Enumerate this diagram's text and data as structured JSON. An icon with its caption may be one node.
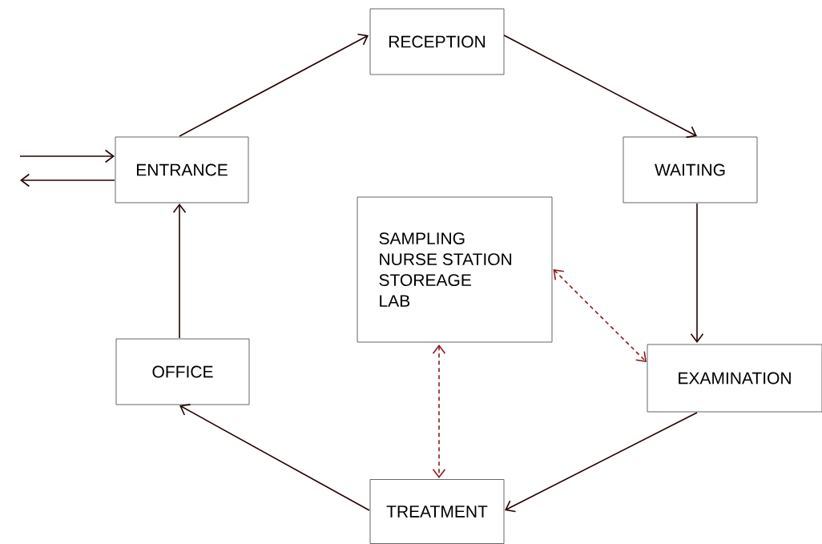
{
  "diagram": {
    "nodes": [
      {
        "text": [
          "RECEPTION"
        ]
      },
      {
        "text": [
          "ENTRANCE"
        ]
      },
      {
        "text": [
          "WAITING"
        ]
      },
      {
        "text": [
          "SAMPLING",
          "NURSE STATION",
          "STOREAGE",
          "LAB"
        ]
      },
      {
        "text": [
          "OFFICE"
        ]
      },
      {
        "text": [
          "EXAMINATION"
        ]
      },
      {
        "text": [
          "TREATMENT"
        ]
      }
    ],
    "edges": [
      {
        "from": 1,
        "to": 0,
        "arrow": "to"
      },
      {
        "from": 0,
        "to": 2,
        "arrow": "to"
      },
      {
        "from": 2,
        "to": 5,
        "arrow": "to"
      },
      {
        "from": 5,
        "to": 6,
        "arrow": "to"
      },
      {
        "from": 6,
        "to": 4,
        "arrow": "to"
      },
      {
        "from": 4,
        "to": 1,
        "arrow": "to"
      },
      {
        "from": null,
        "to": 1,
        "arrow": "to"
      },
      {
        "from": 1,
        "to": null,
        "arrow": "to"
      },
      {
        "from": 3,
        "to": 5,
        "arrow": "both",
        "style": "dashed",
        "color": "#8b1a1a"
      },
      {
        "from": 3,
        "to": 6,
        "arrow": "both",
        "style": "dashed",
        "color": "#8b1a1a"
      }
    ]
  }
}
